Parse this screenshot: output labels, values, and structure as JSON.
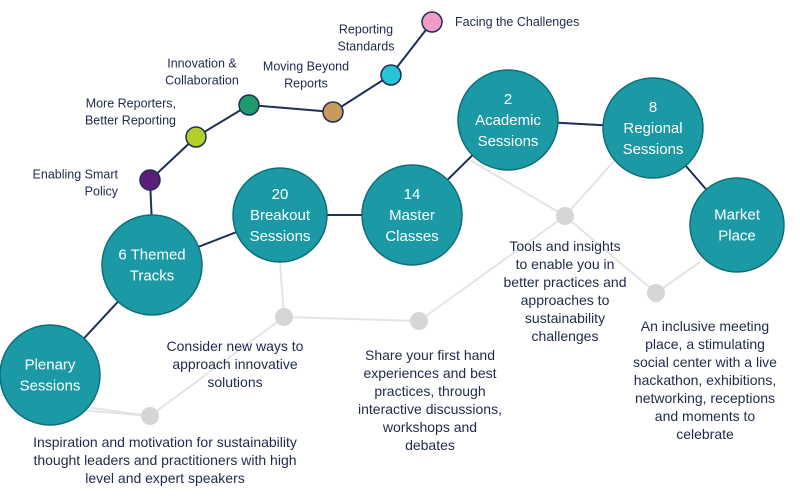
{
  "colors": {
    "main_node": "#1b9aa6",
    "main_node_stroke": "#0f6f78",
    "main_link": "#1f2f55",
    "grey_dot": "#d6d6d6",
    "grey_link": "#e4e4e4",
    "branch_link": "#1f2f55",
    "text": "#1f2a4a"
  },
  "main_nodes": [
    {
      "id": "plenary",
      "lines": [
        "Plenary",
        "Sessions"
      ]
    },
    {
      "id": "themed",
      "lines": [
        "6 Themed",
        "Tracks"
      ]
    },
    {
      "id": "breakout",
      "lines": [
        "20",
        "Breakout",
        "Sessions"
      ]
    },
    {
      "id": "master",
      "lines": [
        "14",
        "Master",
        "Classes"
      ]
    },
    {
      "id": "academic",
      "lines": [
        "2",
        "Academic",
        "Sessions"
      ]
    },
    {
      "id": "regional",
      "lines": [
        "8",
        "Regional",
        "Sessions"
      ]
    },
    {
      "id": "market",
      "lines": [
        "Market",
        "Place"
      ]
    }
  ],
  "branch_nodes": [
    {
      "id": "policy",
      "color": "#5b1f7a",
      "lines": [
        "Enabling Smart",
        "Policy"
      ]
    },
    {
      "id": "reporters",
      "color": "#b5cf2a",
      "lines": [
        "More Reporters,",
        "Better Reporting"
      ]
    },
    {
      "id": "innovation",
      "color": "#1e9a6e",
      "lines": [
        "Innovation &",
        "Collaboration"
      ]
    },
    {
      "id": "beyond",
      "color": "#c99a5b",
      "lines": [
        "Moving Beyond",
        "Reports"
      ]
    },
    {
      "id": "standards",
      "color": "#28c3d9",
      "lines": [
        "Reporting",
        "Standards"
      ]
    },
    {
      "id": "challenges",
      "color": "#f29bc5",
      "lines": [
        "Facing the Challenges"
      ]
    }
  ],
  "descriptions": {
    "plenary": [
      "Inspiration and motivation for sustainability",
      "thought leaders and practitioners with high",
      "level and expert speakers"
    ],
    "breakout": [
      "Consider new ways to",
      "approach innovative",
      "solutions"
    ],
    "master": [
      "Share your first hand",
      "experiences and best",
      "practices, through",
      "interactive discussions,",
      "workshops and",
      "debates"
    ],
    "academic": [
      "Tools and insights",
      "to enable you in",
      "better practices and",
      "approaches to",
      "sustainability",
      "challenges"
    ],
    "market": [
      "An inclusive meeting",
      "place, a stimulating",
      "social center with a live",
      "hackathon, exhibitions,",
      "networking, receptions",
      "and moments to",
      "celebrate"
    ]
  }
}
